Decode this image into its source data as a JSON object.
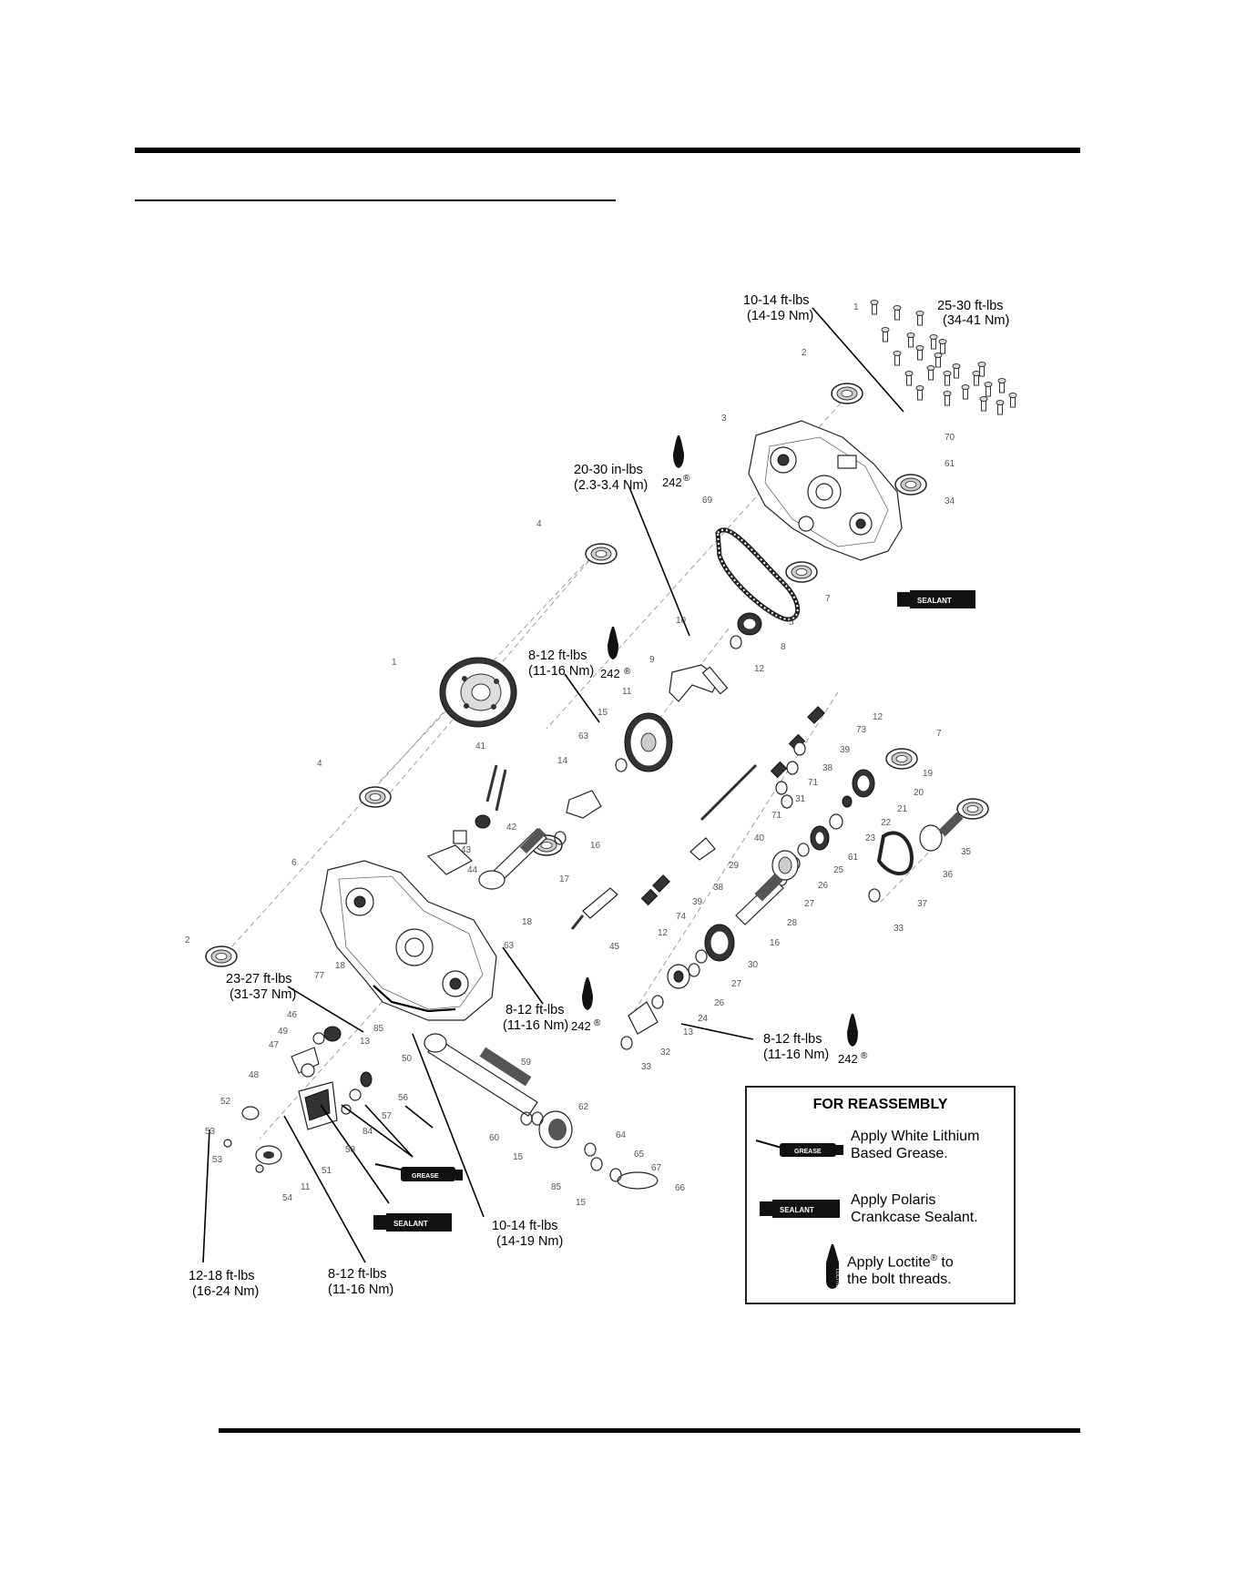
{
  "torque_specs": {
    "t_top_left": {
      "line1": "10-14 ft-lbs",
      "line2": "(14-19 Nm)"
    },
    "t_top_right": {
      "line1": "25-30 ft-lbs",
      "line2": "(34-41 Nm)"
    },
    "t_inlbs": {
      "line1": "20-30 in-lbs",
      "line2": "(2.3-3.4 Nm)"
    },
    "t_mid": {
      "line1": "8-12 ft-lbs",
      "line2": "(11-16 Nm)"
    },
    "t_lower": {
      "line1": "8-12 ft-lbs",
      "line2": "(11-16 Nm)"
    },
    "t_right": {
      "line1": "8-12 ft-lbs",
      "line2": "(11-16 Nm)"
    },
    "t_2327": {
      "line1": "23-27 ft-lbs",
      "line2": "(31-37 Nm)"
    },
    "t_bottom_mid": {
      "line1": "10-14 ft-lbs",
      "line2": "(14-19 Nm)"
    },
    "t_bottom_left": {
      "line1": "12-18 ft-lbs",
      "line2": "(16-24 Nm)"
    },
    "t_bottom_center": {
      "line1": "8-12 ft-lbs",
      "line2": "(11-16 Nm)"
    }
  },
  "loctite_number": "242",
  "loctite_mark": "®",
  "tube_labels": {
    "sealant": "SEALANT",
    "grease": "GREASE",
    "loctite": "LOCTITE"
  },
  "legend": {
    "title": "FOR REASSEMBLY",
    "grease_line1": "Apply White Lithium",
    "grease_line2": "Based Grease.",
    "sealant_line1": "Apply Polaris",
    "sealant_line2": "Crankcase Sealant.",
    "loctite_line1_pre": "Apply Loctite",
    "loctite_line1_sup": "®",
    "loctite_line1_post": " to",
    "loctite_line2": "the bolt threads."
  },
  "part_labels": {
    "p1": "1",
    "p2a": "2",
    "p2b": "2",
    "p3": "3",
    "p4a": "4",
    "p4b": "4",
    "p5": "5",
    "p6": "6",
    "p7a": "7",
    "p7b": "7",
    "p8": "8",
    "p9": "9",
    "p10": "10",
    "p11": "11",
    "p12a": "12",
    "p12b": "12",
    "p12c": "12",
    "p13a": "13",
    "p13b": "13",
    "p14": "14",
    "p15a": "15",
    "p15b": "15",
    "p15c": "15",
    "p16a": "16",
    "p16b": "16",
    "p17": "17",
    "p18a": "18",
    "p18b": "18",
    "p19": "19",
    "p20": "20",
    "p21": "21",
    "p22": "22",
    "p23": "23",
    "p24": "24",
    "p25": "25",
    "p26": "26",
    "p27": "27",
    "p28": "28",
    "p29": "29",
    "p30": "30",
    "p31": "31",
    "p32": "32",
    "p33a": "33",
    "p33b": "33",
    "p34": "34",
    "p35": "35",
    "p36": "36",
    "p37": "37",
    "p38a": "38",
    "p38b": "38",
    "p39a": "39",
    "p39b": "39",
    "p40": "40",
    "p41": "41",
    "p42": "42",
    "p43": "43",
    "p44": "44",
    "p45": "45",
    "p46": "46",
    "p47": "47",
    "p48": "48",
    "p49": "49",
    "p50": "50",
    "p51": "51",
    "p52": "52",
    "p53a": "53",
    "p53b": "53",
    "p54": "54",
    "p56": "56",
    "p57": "57",
    "p58": "58",
    "p59": "59",
    "p60": "60",
    "p61a": "61",
    "p61b": "61",
    "p62": "62",
    "p63a": "63",
    "p63b": "63",
    "p64": "64",
    "p65": "65",
    "p66": "66",
    "p67": "67",
    "p69": "69",
    "p70": "70",
    "p71a": "71",
    "p71b": "71",
    "p73": "73",
    "p74": "74",
    "p77": "77",
    "p84": "84",
    "p85a": "85",
    "p85b": "85",
    "p11b": "11"
  },
  "colors": {
    "ink": "#000000",
    "page": "#ffffff",
    "parts": "#222222",
    "labels": "#555555"
  },
  "icons": [
    "sealant-tube-icon",
    "grease-gun-icon",
    "loctite-bottle-icon"
  ]
}
